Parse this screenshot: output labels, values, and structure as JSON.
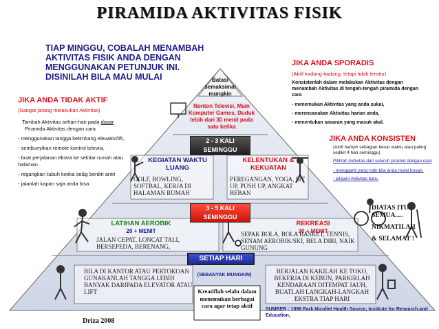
{
  "title": "PIRAMIDA AKTIVITAS FISIK",
  "intro": "TIAP MINGGU, COBALAH MENAMBAH AKTIVITAS FISIK ANDA DENGAN MENGGUNAKAN PETUNJUK INI. DISINILAH BILA MAU MULAI",
  "left_panel": {
    "heading": "JIKA ANDA TIDAK AKTIF",
    "subheading": "(Sangat jarang melakukan Aktivitas)",
    "lead_prefix": "Tambah Aktivitas sehari-hari pada ",
    "lead_underline": "dasar",
    "lead_suffix": "Piramida Aktivitas dengan cara",
    "items": [
      "- menggunakan tangga ketimbang elevator/lift,",
      "- sembunyikan remote kontrol televisi,",
      "- buat perjalanan ekstra ke sekitar rumah atau halaman.",
      "- regangkan tubuh ketika se&g berdiri antri",
      "- jalanlah kapan saja anda bisa"
    ]
  },
  "right_panel_sporadic": {
    "heading": "JIKA ANDA SPORADIS",
    "subheading": "(Aktif kadang-kadang, tetapi tidak teratur)",
    "lead": "Konsistenlah dalam melakukan Aktivitas dengan menambah Aktivitas di tengah-tengah piramida dengan cara",
    "items": [
      "- menemukan Aktivitas yang anda sukai,",
      "- merencanakan Aktivitas harian anda,",
      "- menentukan sasaran yang masuk akal."
    ]
  },
  "right_panel_consistent": {
    "heading": "JIKA ANDA KONSISTEN",
    "subheading": "(Aktif hampir sebagian besar waktu atau paling sedikit 4 hari seminggu)",
    "lead": "Pilihlah Aktivitas dari seluruh piramid dengan cara",
    "items": [
      "- mengganti yang rutin bila anda mulai bosan,",
      "- pilajahi Aktivitas baru."
    ]
  },
  "right_panel_top": {
    "line1": "DIATAS ITU",
    "line2": "SEMUA.....",
    "line3": "NIKMATILAH",
    "line4": "& SELAMAT !"
  },
  "pyramid": {
    "apex": {
      "line1": "Batasi",
      "line2": "semaksimal",
      "line3": "mungkin"
    },
    "limit_text": "Nonton Televisi, Main Komputer Games, Duduk lebih dari 30 menit pada satu ketika",
    "band_2_3": "2 - 3 KALI SEMINGGU",
    "leisure": {
      "heading": "KEGIATAN WAKTU LUANG",
      "text": "GOLF, BOWLING, SOFTBAL, KERJA DI HALAMAN RUMAH"
    },
    "flex": {
      "heading": "KELENTUKAN & KEKUATAN",
      "text": "PEREGANGAN, YOGA, SIT UP, PUSH UP, ANGKAT BEBAN"
    },
    "band_3_5": "3 - 5 KALI SEMINGGU",
    "aerobic": {
      "heading": "LATIHAN AEROBIK",
      "sub": "20 + MENIT",
      "text": "JALAN CEPAT, LONCAT TALI, BERSEPEDA, BERENANG,"
    },
    "recreation": {
      "heading": "REKREASI",
      "sub": "30 + MENIT",
      "text": "SEPAK BOLA, BOLA BASKET, TENNIS, SENAM AEROBIK/SKI, BELA DIRI, NAIK GUNUNG"
    },
    "band_daily": "SETIAP HARI",
    "daily_sub": "(SEBANYAK MUNGKIN)",
    "daily_left": "BILA DI KANTOR ATAU PERTOKOAN GUNAKANLAH TANGGA LEBIH BANYAK DARIPADA ELEVATOR ATAU LIFT",
    "daily_right": "BERJALAN KAKILAH KE TOKO, BEKERJA DI KEBUN, PARKIRLAH KENDARAAN DITEMPAT JAUH, BUATLAH LANGKAH-LANGKAH EKSTRA TIAP HARI",
    "creative": "Kreatiflah selalu dalam menemukan berbagai cara agar tetap aktif"
  },
  "footer": {
    "author": "Driza 2008",
    "source": "SUMBER : 1996 Park Nicollet Health Source, Institute for Research and Education,"
  },
  "colors": {
    "title_blue": "#1a1a8c",
    "heading_red": "#d8101a",
    "band_blue": "#1f2c9a",
    "band_red": "#c9140c",
    "pyramid_fill": "#dde3ef"
  }
}
